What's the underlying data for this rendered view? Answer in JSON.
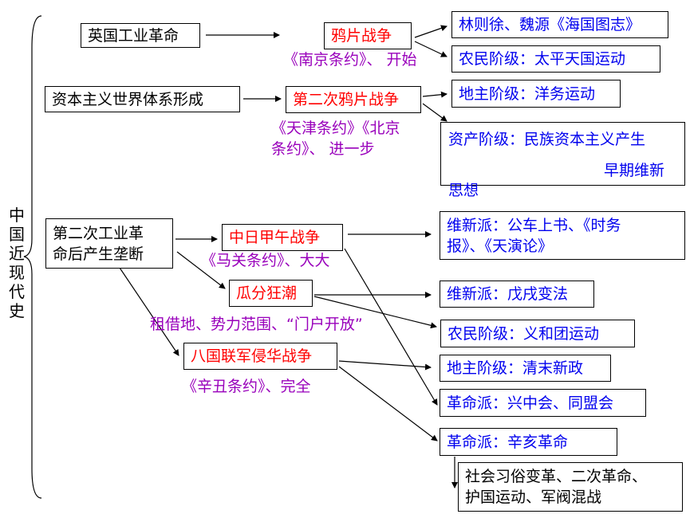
{
  "side_title": "中国近现代史",
  "causes": {
    "industrial_revolution": "英国工业革命",
    "world_system": "资本主义世界体系形成",
    "second_industrial": [
      "第二次工业革",
      "命后产生垄断"
    ]
  },
  "wars": {
    "opium_war": "鸦片战争",
    "second_opium_war": "第二次鸦片战争",
    "sino_japanese_war": "中日甲午战争",
    "partition": "瓜分狂潮",
    "eight_nation": "八国联军侵华战争"
  },
  "treaties": {
    "nanjing": "《南京条约》、 开始",
    "tianjin": [
      "《天津条约》《北京",
      "条约》、 进一步"
    ],
    "shimonoseki": "《马关条约》、大大",
    "leased": "租借地、势力范围、“门户开放”",
    "xinchou": "《辛丑条约》、完全"
  },
  "responses": {
    "lin_wei": "林则徐、魏源《海国图志》",
    "taiping": "农民阶级：太平天国运动",
    "yangwu": "地主阶级：洋务运动",
    "bourgeois": [
      "资产阶级：民族资本主义产生",
      "早期维新",
      "思想"
    ],
    "reform_petition": [
      "维新派：公车上书、《时务",
      "报》、《天演论》"
    ],
    "wuxu": "维新派：戊戌变法",
    "boxer": "农民阶级：义和团运动",
    "new_policy": "地主阶级：清末新政",
    "xingzhong": "革命派：兴中会、同盟会",
    "xinhai": "革命派：辛亥革命",
    "aftermath": [
      "社会习俗变革、二次革命、",
      "护国运动、军阀混战"
    ]
  }
}
